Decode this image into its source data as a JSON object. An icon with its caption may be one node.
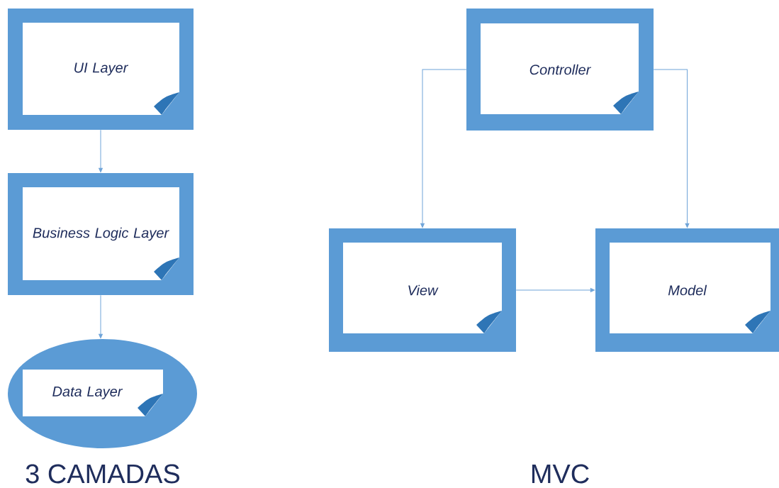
{
  "diagram": {
    "nodes": [
      {
        "text": [
          "UI Layer"
        ]
      },
      {
        "text": [
          "Business Logic Layer"
        ]
      },
      {
        "text": [
          "Data Layer"
        ]
      },
      {
        "text": [
          "Controller"
        ]
      },
      {
        "text": [
          "View"
        ]
      },
      {
        "text": [
          "Model"
        ]
      }
    ],
    "edges": [
      {
        "from": 0,
        "to": 1,
        "arrow": "to"
      },
      {
        "from": 1,
        "to": 2,
        "arrow": "to"
      },
      {
        "from": 3,
        "to": 4,
        "arrow": "to"
      },
      {
        "from": 3,
        "to": 5,
        "arrow": "to"
      },
      {
        "from": 4,
        "to": 5,
        "arrow": "to"
      }
    ],
    "labels": [
      "3 CAMADAS",
      "MVC"
    ]
  }
}
